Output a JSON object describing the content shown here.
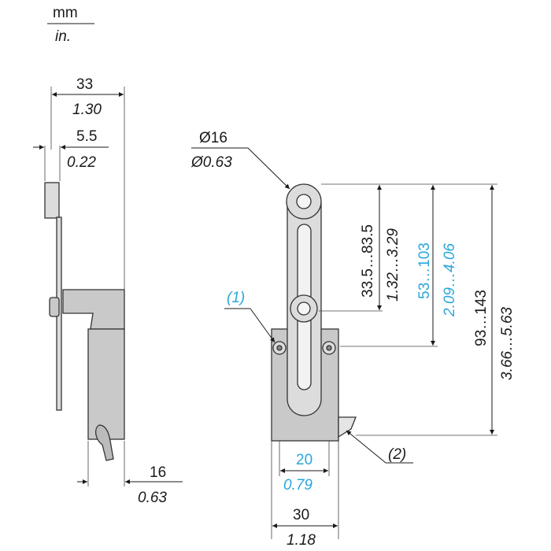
{
  "units": {
    "metric": "mm",
    "imperial": "in."
  },
  "side_view": {
    "width": {
      "mm": "33",
      "in": "1.30"
    },
    "plate_thickness": {
      "mm": "5.5",
      "in": "0.22"
    },
    "body_depth": {
      "mm": "16",
      "in": "0.63"
    }
  },
  "front_view": {
    "roller_diameter": {
      "mm": "Ø16",
      "in": "Ø0.63"
    },
    "arm_adjust": {
      "mm": "33.5…83.5",
      "in": "1.32…3.29"
    },
    "adjust_range": {
      "mm": "53…103",
      "in": "2.09…4.06"
    },
    "total_height": {
      "mm": "93…143",
      "in": "3.66…5.63"
    },
    "fixing_centres": {
      "mm": "20",
      "in": "0.79"
    },
    "body_width": {
      "mm": "30",
      "in": "1.18"
    },
    "callout_1": "(1)",
    "callout_2": "(2)"
  },
  "colors": {
    "highlight": "#2aa6dc",
    "part": "#c9c9c9",
    "line": "#1a1a1a"
  }
}
